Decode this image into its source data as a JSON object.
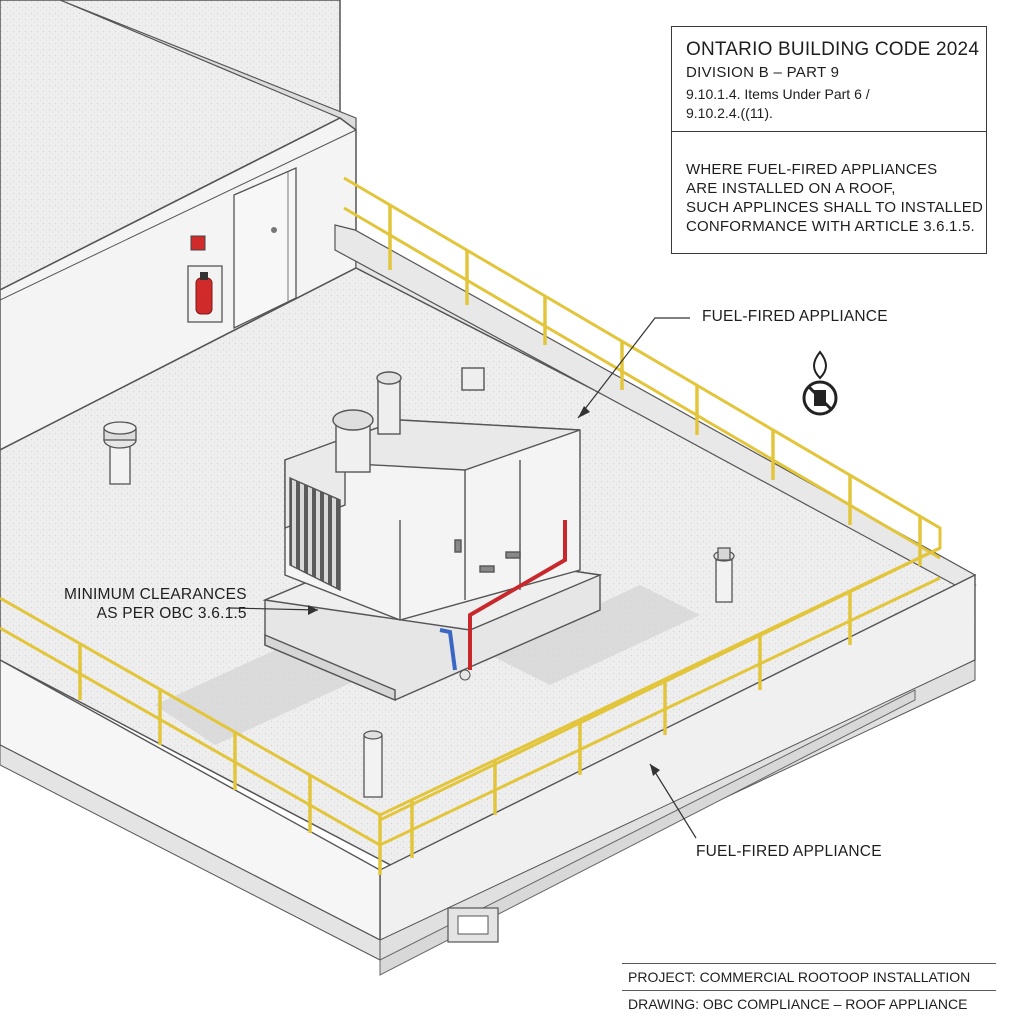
{
  "code_note": {
    "title": "ONTARIO BUILDING CODE 2024",
    "division": "DIVISION B – PART 9",
    "references": [
      "9.10.1.4. Items Under Part 6 /",
      "9.10.2.4.((11)."
    ],
    "requirement": [
      "WHERE FUEL-FIRED APPLIANCES",
      "ARE INSTALLED ON A ROOF,",
      "SUCH APPLINCES SHALL TO INSTALLED",
      "CONFORMANCE WITH ARTICLE 3.6.1.5."
    ]
  },
  "callouts": {
    "appliance_top": "FUEL-FIRED APPLIANCE",
    "appliance_bottom": "FUEL-FIRED APPLIANCE",
    "clearances": [
      "MINIMUM CLEARANCES",
      "AS PER OBC 3.6.1.5"
    ]
  },
  "title_block": {
    "project": "PROJECT: COMMERCIAL ROOTOOP INSTALLATION",
    "drawing": "DRAWING: OBC COMPLIANCE – ROOF APPLIANCE"
  },
  "colors": {
    "guardrail": "#e2c53a",
    "gas_pipe": "#c8282c",
    "water_pipe": "#3a66c4",
    "fire_extinguisher": "#d02a2a",
    "line": "#555555"
  },
  "icons": [
    "fire-extinguisher-icon",
    "no-open-flame-icon",
    "exit-sign-icon"
  ]
}
